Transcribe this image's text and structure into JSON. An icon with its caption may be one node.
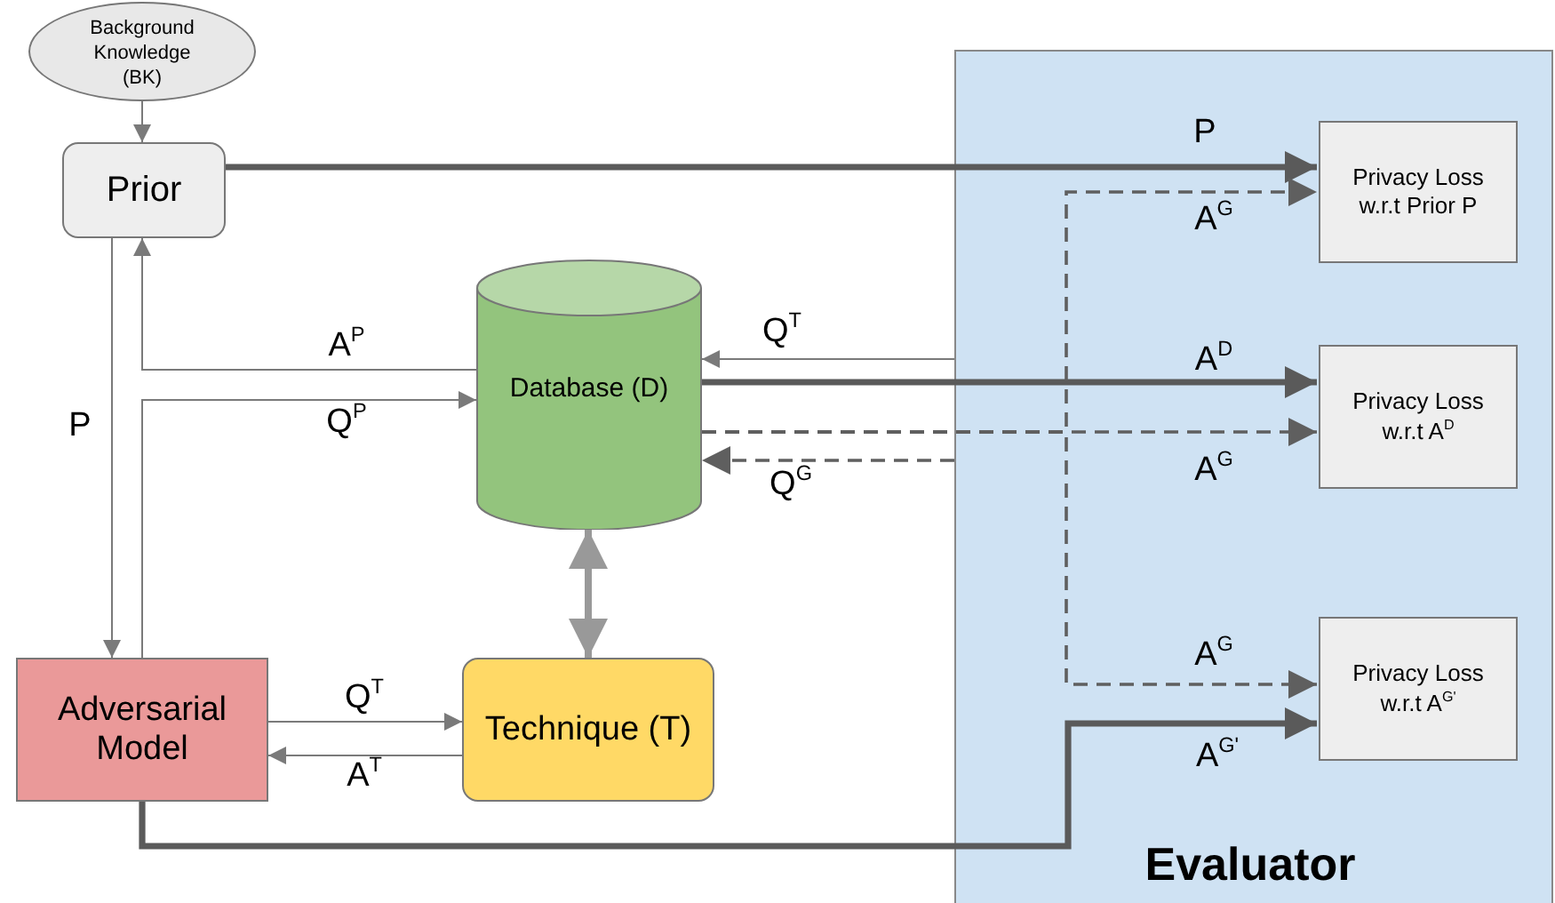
{
  "diagram": {
    "nodes": [
      {
        "text": [
          "Background Knowledge (BK)"
        ]
      },
      {
        "text": [
          "Prior"
        ]
      },
      {
        "text": [
          "Evaluator"
        ]
      },
      {
        "text": [
          "Privacy Loss w.r.t Prior P"
        ],
        "in": 2
      },
      {
        "text": [
          "Database (D)"
        ]
      },
      {
        "text": [
          "Privacy Loss w.r.t A$^{D}$"
        ],
        "in": 2
      },
      {
        "text": [
          "Adversarial Model"
        ]
      },
      {
        "text": [
          "Technique (T)"
        ]
      },
      {
        "text": [
          "Privacy Loss w.r.t A$^{G'}$"
        ],
        "in": 2
      }
    ],
    "edges": [
      {
        "from": 0,
        "to": 1,
        "arrow": "to"
      },
      {
        "from": 1,
        "to": 3,
        "arrow": "to",
        "label": "P",
        "style": "thick"
      },
      {
        "from": 1,
        "to": 6,
        "arrow": "to",
        "label": "P"
      },
      {
        "from": 4,
        "to": 1,
        "arrow": "to",
        "label": "A$^{P}$"
      },
      {
        "from": 6,
        "to": 4,
        "arrow": "to",
        "label": "Q$^{P}$"
      },
      {
        "from": 2,
        "to": 4,
        "arrow": "to",
        "label": "Q$^{T}$"
      },
      {
        "from": 4,
        "to": 5,
        "arrow": "to",
        "label": "A$^{D}$",
        "style": "thick"
      },
      {
        "from": 4,
        "to": 5,
        "arrow": "to",
        "label": "A$^{G}$",
        "style": "dashed"
      },
      {
        "from": 2,
        "to": 4,
        "arrow": "to",
        "label": "Q$^{G}$",
        "style": "dashed"
      },
      {
        "from": 4,
        "to": 3,
        "arrow": "to",
        "label": "A$^{G}$",
        "style": "dashed"
      },
      {
        "from": 4,
        "to": 8,
        "arrow": "to",
        "label": "A$^{G}$",
        "style": "dashed"
      },
      {
        "from": 6,
        "to": 8,
        "arrow": "to",
        "label": "A$^{G'}$",
        "style": "thick"
      },
      {
        "from": 6,
        "to": 7,
        "arrow": "to",
        "label": "Q$^{T}$"
      },
      {
        "from": 7,
        "to": 6,
        "arrow": "to",
        "label": "A$^{T}$"
      },
      {
        "from": 4,
        "to": 7,
        "arrow": "both",
        "style": "thick",
        "color": "#999999"
      }
    ]
  }
}
